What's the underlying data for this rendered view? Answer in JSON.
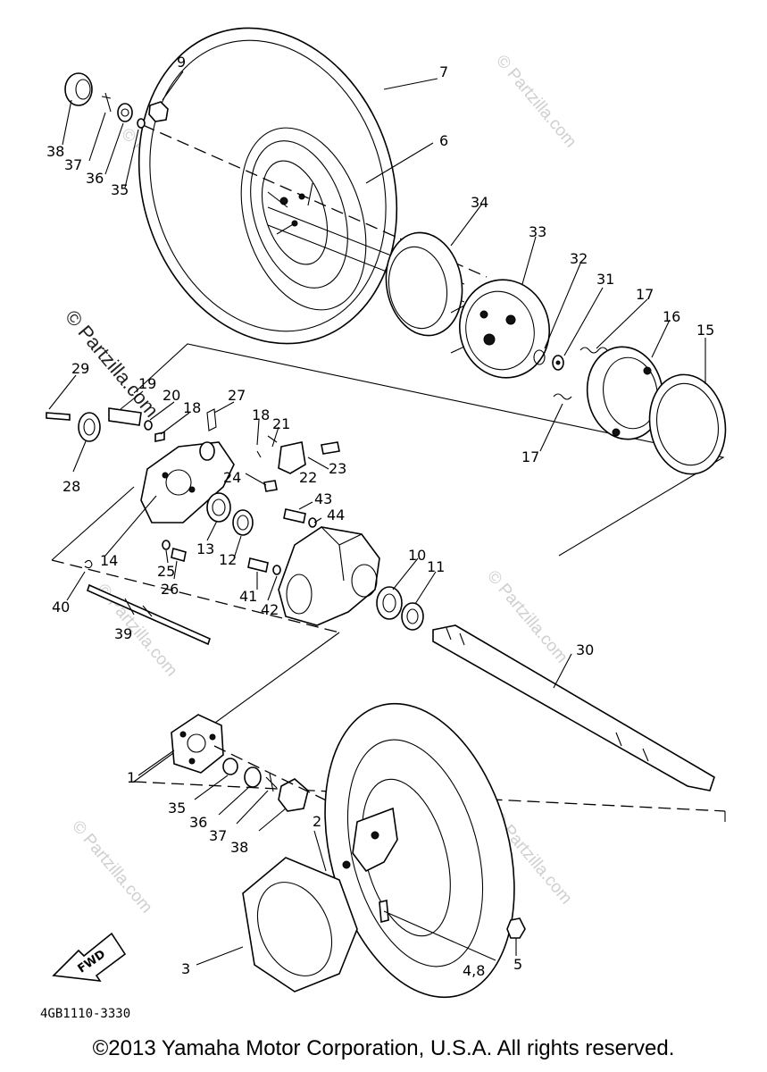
{
  "labels": {
    "l1": "1",
    "l2": "2",
    "l3": "3",
    "l48": "4,8",
    "l5": "5",
    "l6": "6",
    "l7": "7",
    "l9": "9",
    "l10": "10",
    "l11": "11",
    "l12": "12",
    "l13": "13",
    "l14": "14",
    "l15": "15",
    "l16": "16",
    "l17a": "17",
    "l17b": "17",
    "l18a": "18",
    "l18b": "18",
    "l19": "19",
    "l20": "20",
    "l21": "21",
    "l22": "22",
    "l23": "23",
    "l24": "24",
    "l25": "25",
    "l26": "26",
    "l27": "27",
    "l28": "28",
    "l29": "29",
    "l30": "30",
    "l31": "31",
    "l32": "32",
    "l33": "33",
    "l34": "34",
    "l35a": "35",
    "l35b": "35",
    "l36a": "36",
    "l36b": "36",
    "l37a": "37",
    "l37b": "37",
    "l38a": "38",
    "l38b": "38",
    "l39": "39",
    "l40": "40",
    "l41": "41",
    "l42": "42",
    "l43": "43",
    "l44": "44"
  },
  "fwd_label": "FWD",
  "drawing_code": "4GB1110-3330",
  "watermark_main": "© Partzilla.com",
  "watermark_small": "© Partzilla.com",
  "copyright": "©2013 Yamaha Motor Corporation, U.S.A. All rights reserved."
}
